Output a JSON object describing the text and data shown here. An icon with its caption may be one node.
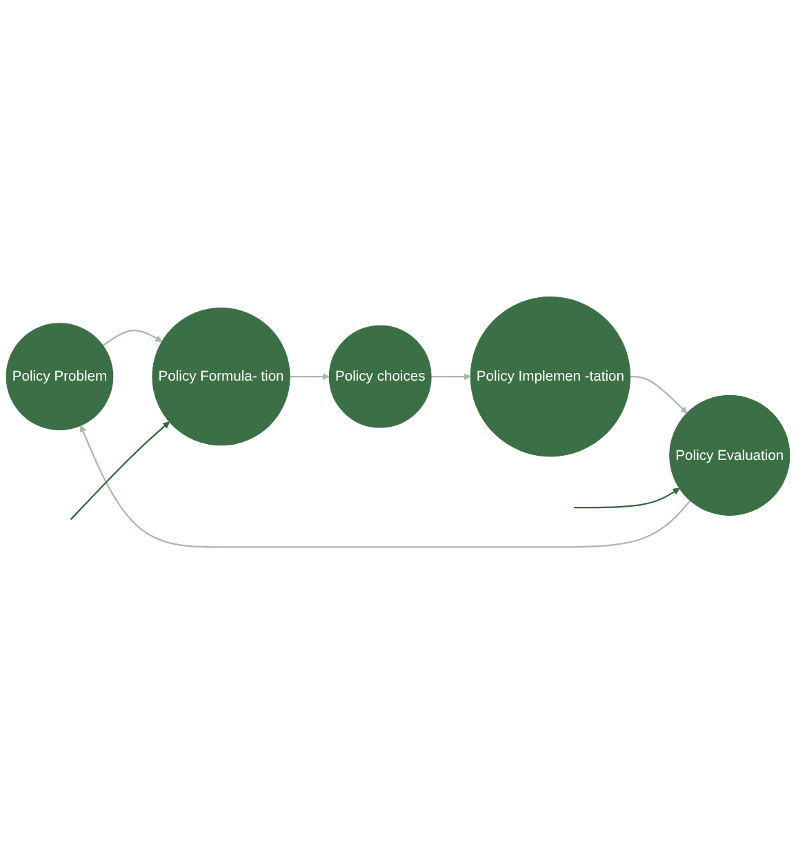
{
  "diagram": {
    "nodes": [
      {
        "text": [
          "Policy Problem"
        ]
      },
      {
        "text": [
          "Policy Formula- tion"
        ]
      },
      {
        "text": [
          "Policy choices"
        ]
      },
      {
        "text": [
          "Policy Implemen -tation"
        ]
      },
      {
        "text": [
          "Policy Evaluation"
        ]
      }
    ],
    "edges": [
      {
        "from": 0,
        "to": 1,
        "arrow": "to"
      },
      {
        "from": 1,
        "to": 2,
        "arrow": "to"
      },
      {
        "from": 2,
        "to": 3,
        "arrow": "to"
      },
      {
        "from": 3,
        "to": 4,
        "arrow": "to"
      },
      {
        "from": 4,
        "to": 0,
        "arrow": "to"
      },
      {
        "from": null,
        "to": 4,
        "arrow": "to",
        "color": "#2e6b3a"
      },
      {
        "from": null,
        "to": 1,
        "arrow": "to",
        "color": "#2e6b3a"
      }
    ]
  }
}
